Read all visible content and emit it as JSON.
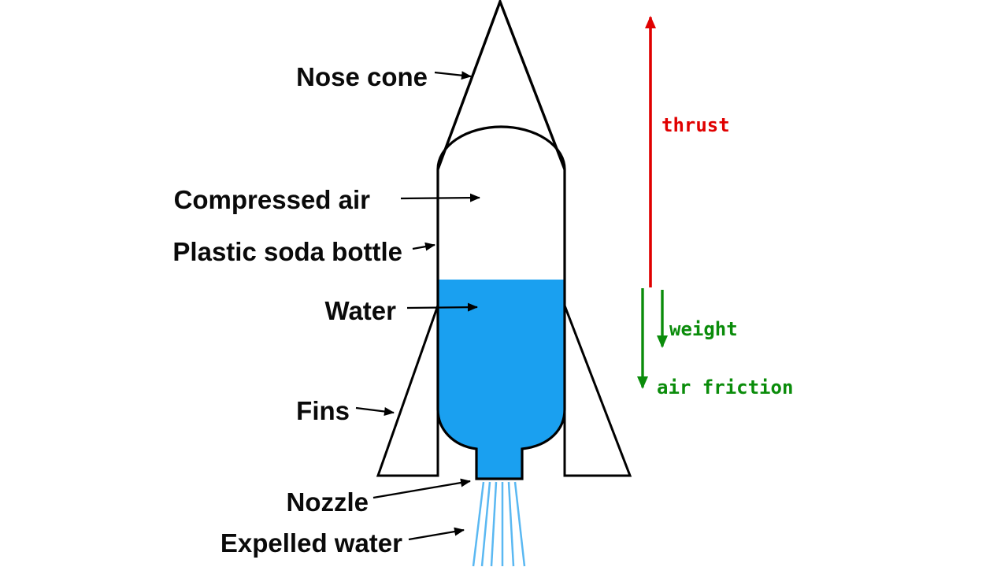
{
  "diagram": {
    "parts": {
      "nose_cone": "Nose cone",
      "compressed_air": "Compressed air",
      "plastic_soda_bottle": "Plastic soda bottle",
      "water": "Water",
      "fins": "Fins",
      "nozzle": "Nozzle",
      "expelled_water": "Expelled water"
    },
    "forces": {
      "thrust": "thrust",
      "weight": "weight",
      "air_friction": "air friction"
    },
    "colors": {
      "water_fill": "#1aa0f0",
      "spray_stroke": "#5ab8f2",
      "thrust_arrow": "#e00000",
      "weight_arrow": "#0a8c0a",
      "air_friction_arrow": "#0a8c0a",
      "outline": "#000000",
      "background": "#ffffff"
    }
  }
}
